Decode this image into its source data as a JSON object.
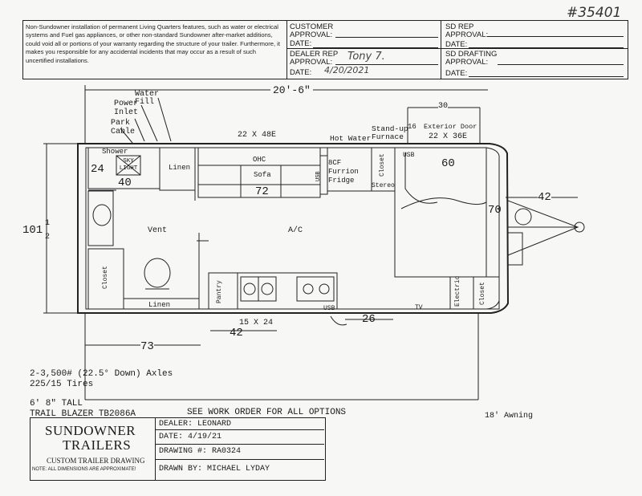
{
  "stamp": "#35401",
  "disclaimer": "Non-Sundowner installation of permanent Living Quarters features, such as water or electrical systems and Fuel gas appliances, or other non-standard Sundowner after-market additions, could void all or portions of your warranty regarding the structure of your trailer. Furthermore, it makes you responsible for any accidental incidents that may occur as a result of such uncertified installations.",
  "approvals": {
    "customer_approval": "CUSTOMER APPROVAL:",
    "customer_date": "DATE:",
    "dealer_rep_approval": "DEALER REP APPROVAL:",
    "dealer_rep_signature": "Tony 7.",
    "dealer_date": "DATE:",
    "dealer_date_value": "4/20/2021",
    "sd_rep_approval": "SD REP APPROVAL:",
    "sd_rep_date": "DATE:",
    "sd_drafting_approval": "SD DRAFTING APPROVAL:",
    "sd_drafting_date": "DATE:"
  },
  "dimensions": {
    "overall_length": "20'-6\"",
    "width": "101",
    "width_frac_top": "1",
    "width_frac_bottom": "2",
    "dim_30": "30",
    "dim_16": "16",
    "dim_60": "60",
    "dim_70": "70",
    "dim_42_hitch": "42",
    "dim_24": "24",
    "dim_40": "40",
    "dim_72": "72",
    "dim_26": "26",
    "dim_42_galley": "42",
    "dim_73": "73",
    "sink_size": "15 X 24"
  },
  "labels": {
    "water_fill": "Water Fill",
    "power_inlet": "Power Inlet",
    "park_cable": "Park Cable",
    "window_top": "22 X 48E",
    "hot_water": "Hot Water",
    "standup_furnace": "Stand-up Furnace",
    "exterior_door": "Exterior Door",
    "exterior_door_size": "22 X 36E",
    "shower": "Shower",
    "sky_light": "SKY LIGHT",
    "linen_upper": "Linen",
    "ohc": "OHC",
    "sofa": "Sofa",
    "usb_sofa": "USB",
    "fridge": "8CF Furrion Fridge",
    "closet_fridge": "Closet",
    "stereo": "Stereo",
    "usb_door": "USB",
    "vent": "Vent",
    "ac": "A/C",
    "closet_left": "Closet",
    "linen_lower": "Linen",
    "pantry": "Pantry",
    "usb_galley": "USB",
    "tv": "TV",
    "electric": "Electric",
    "closet_right": "Closet"
  },
  "notes": {
    "axles": "2-3,500# (22.5° Down) Axles",
    "tires": "225/15 Tires",
    "height": "6' 8\" TALL",
    "model": "TRAIL BLAZER TB2086A",
    "work_order": "SEE WORK ORDER FOR ALL OPTIONS",
    "awning": "18' Awning"
  },
  "title_block": {
    "company_line1": "SUNDOWNER",
    "company_line2": "TRAILERS",
    "drawing_type": "CUSTOM TRAILER DRAWING",
    "note": "NOTE: ALL DIMENSIONS ARE APPROXIMATE!",
    "dealer": "DEALER: LEONARD",
    "date": "DATE: 4/19/21",
    "drawing_no": "DRAWING #: RA0324",
    "drawn_by": "DRAWN BY: MICHAEL LYDAY"
  }
}
